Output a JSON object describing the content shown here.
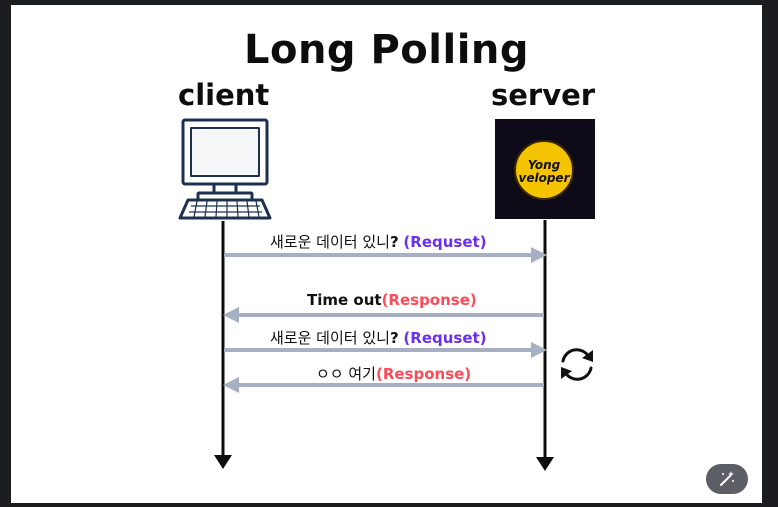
{
  "title": "Long Polling",
  "client_label": "client",
  "server_label": "server",
  "server_logo": {
    "line1": "Yong",
    "line2": "veloper"
  },
  "messages": [
    {
      "text": "새로운 데이터 있니",
      "mark": "?",
      "tag": "(Requset)",
      "direction": "client-to-server"
    },
    {
      "text": "Time  out",
      "mark": "",
      "tag": "(Response)",
      "direction": "server-to-client"
    },
    {
      "text": "새로운 데이터 있니",
      "mark": "?",
      "tag": "(Requset)",
      "direction": "client-to-server"
    },
    {
      "text": "ㅇㅇ 여기",
      "mark": "",
      "tag": "(Response)",
      "direction": "server-to-client"
    }
  ],
  "icons": {
    "client": "computer-icon",
    "refresh": "refresh-icon",
    "magic": "magic-wand-icon"
  },
  "colors": {
    "request": "#6a2ff0",
    "response": "#ff4a57",
    "arrow": "#a7b0c2",
    "lifeline": "#0d0d0d"
  }
}
